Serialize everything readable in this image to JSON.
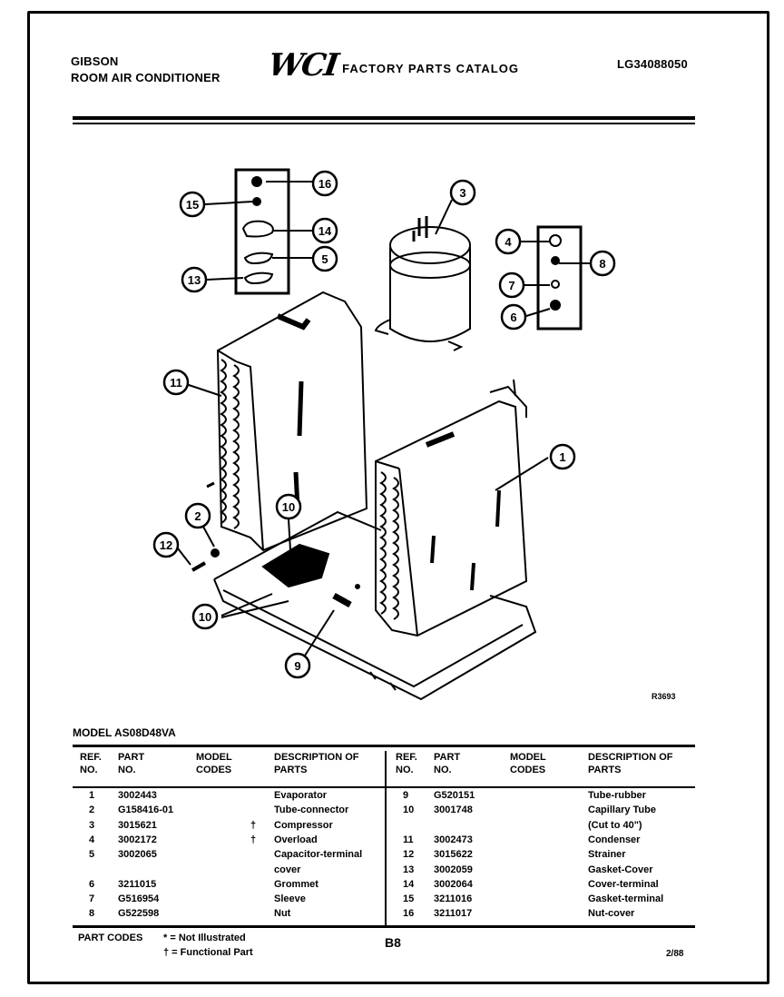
{
  "header": {
    "brand": "GIBSON",
    "product": "ROOM AIR CONDITIONER",
    "logo": "WCI",
    "catalog_title": "FACTORY PARTS CATALOG",
    "doc_number": "LG34088050"
  },
  "figure_code": "R3693",
  "model_line": "MODEL AS08D48VA",
  "columns": {
    "ref_no": "REF. NO.",
    "part_no": "PART NO.",
    "model_codes": "MODEL CODES",
    "description": "DESCRIPTION OF PARTS"
  },
  "parts_left": [
    {
      "ref": "1",
      "part": "3002443",
      "code": "",
      "desc": "Evaporator"
    },
    {
      "ref": "2",
      "part": "G158416-01",
      "code": "",
      "desc": "Tube-connector"
    },
    {
      "ref": "3",
      "part": "3015621",
      "code": "†",
      "desc": "Compressor"
    },
    {
      "ref": "4",
      "part": "3002172",
      "code": "†",
      "desc": "Overload"
    },
    {
      "ref": "5",
      "part": "3002065",
      "code": "",
      "desc": "Capacitor-terminal"
    },
    {
      "ref": "",
      "part": "",
      "code": "",
      "desc": "cover"
    },
    {
      "ref": "6",
      "part": "3211015",
      "code": "",
      "desc": "Grommet"
    },
    {
      "ref": "7",
      "part": "G516954",
      "code": "",
      "desc": "Sleeve"
    },
    {
      "ref": "8",
      "part": "G522598",
      "code": "",
      "desc": "Nut"
    }
  ],
  "parts_right": [
    {
      "ref": "9",
      "part": "G520151",
      "code": "",
      "desc": "Tube-rubber"
    },
    {
      "ref": "10",
      "part": "3001748",
      "code": "",
      "desc": "Capillary Tube"
    },
    {
      "ref": "",
      "part": "",
      "code": "",
      "desc": "(Cut to 40\")"
    },
    {
      "ref": "11",
      "part": "3002473",
      "code": "",
      "desc": "Condenser"
    },
    {
      "ref": "12",
      "part": "3015622",
      "code": "",
      "desc": "Strainer"
    },
    {
      "ref": "13",
      "part": "3002059",
      "code": "",
      "desc": "Gasket-Cover"
    },
    {
      "ref": "14",
      "part": "3002064",
      "code": "",
      "desc": "Cover-terminal"
    },
    {
      "ref": "15",
      "part": "3211016",
      "code": "",
      "desc": "Gasket-terminal"
    },
    {
      "ref": "16",
      "part": "3211017",
      "code": "",
      "desc": "Nut-cover"
    }
  ],
  "footer": {
    "part_codes_label": "PART CODES",
    "legend_1": "* = Not Illustrated",
    "legend_2": "† = Functional Part",
    "page": "B8",
    "date": "2/88"
  },
  "callouts": [
    "16",
    "15",
    "14",
    "5",
    "13",
    "3",
    "4",
    "8",
    "7",
    "6",
    "11",
    "1",
    "2",
    "10",
    "12",
    "10",
    "9"
  ]
}
